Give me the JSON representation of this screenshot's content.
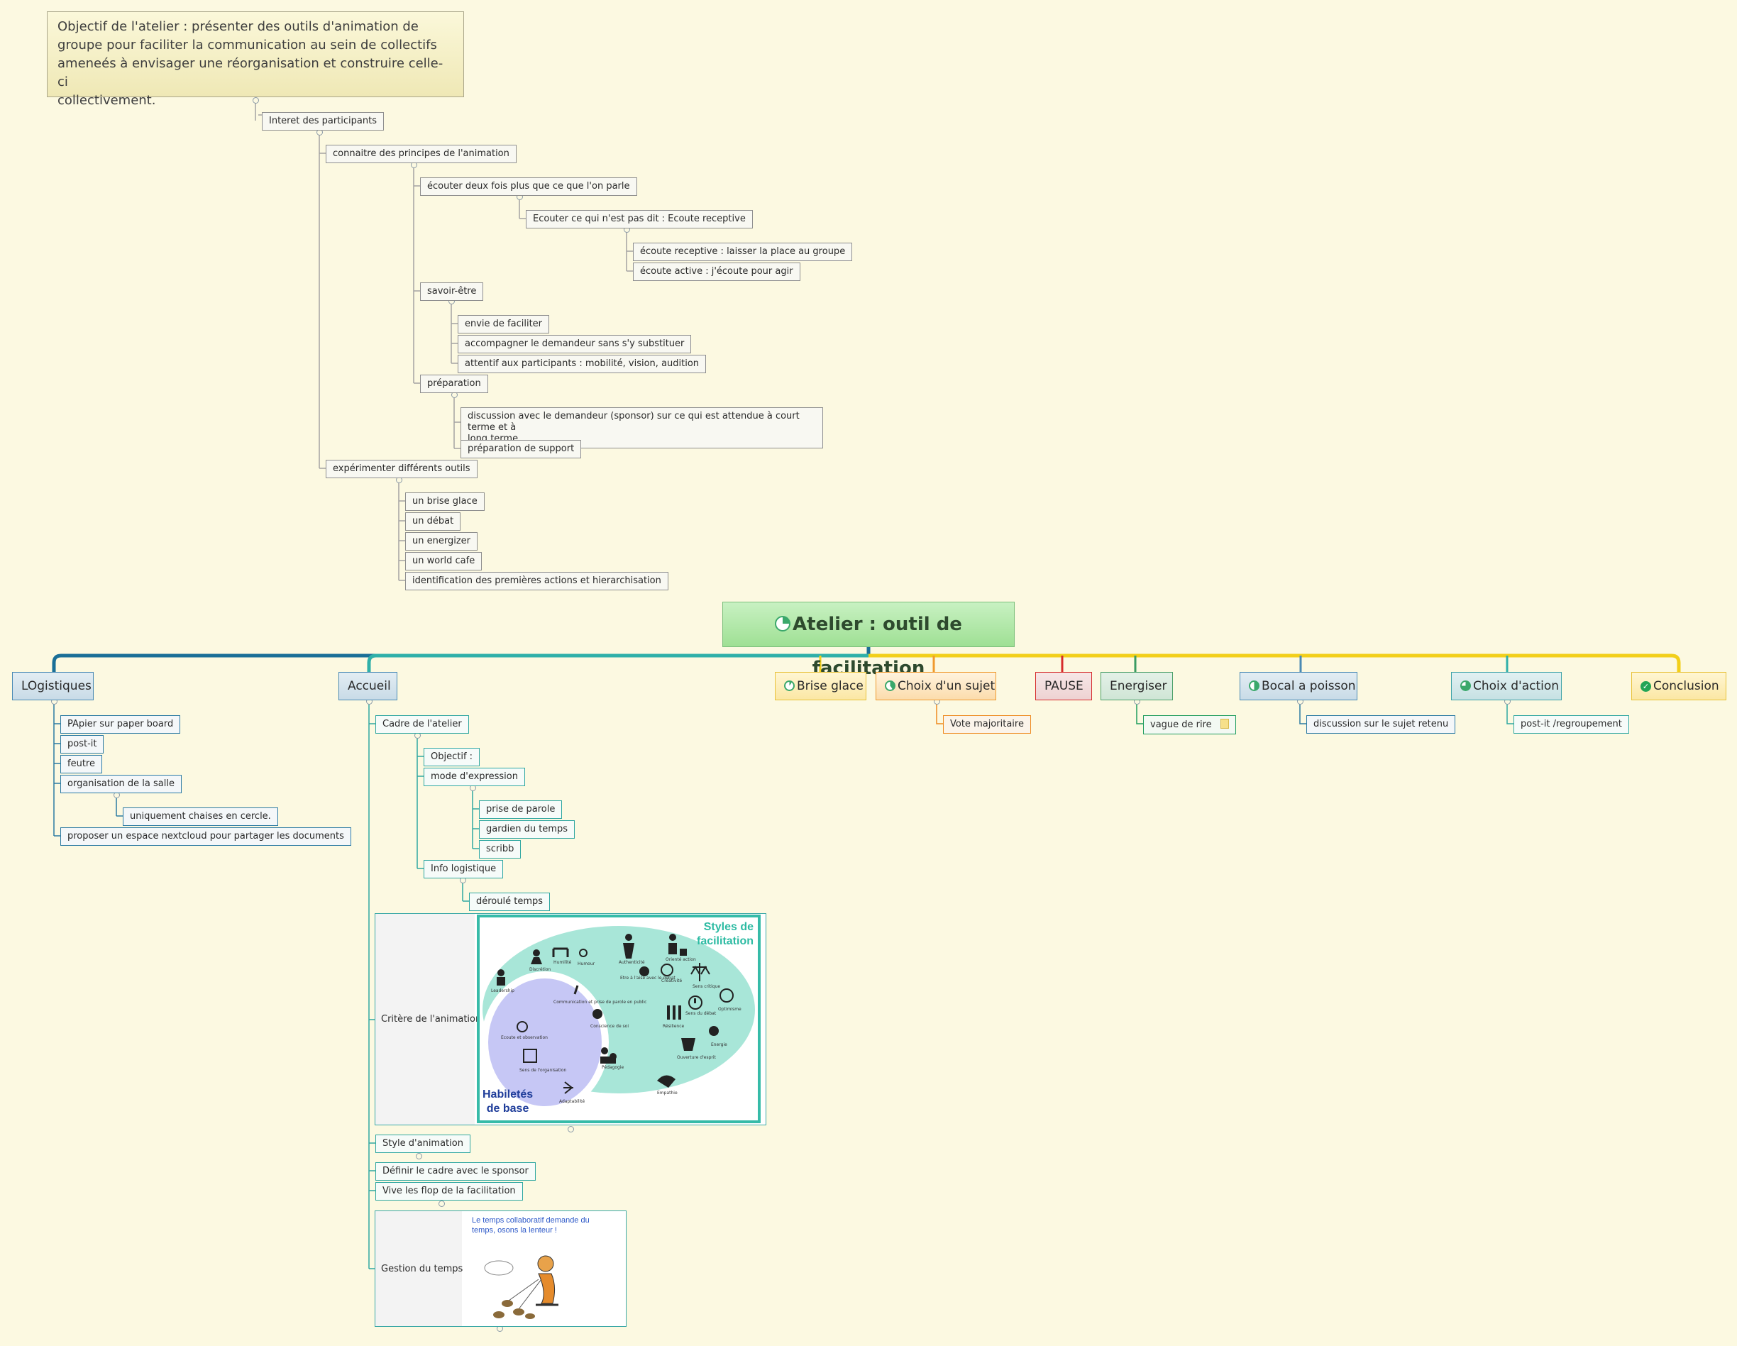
{
  "note": {
    "lines": [
      "Objectif de l'atelier : présenter des outils d'animation de",
      "groupe pour faciliter la communication au sein de collectifs",
      "ameneés à envisager une réorganisation et construire celle-ci",
      "collectivement."
    ]
  },
  "central": {
    "title": "Atelier : outil de facilitation"
  },
  "upper_tree": {
    "interet": "Interet des participants",
    "connaitre": "connaitre des principes de l'animation",
    "ecouter": "écouter deux fois plus que ce que l'on parle",
    "ecouter_pas_dit": "Ecouter ce qui n'est pas dit : Ecoute receptive",
    "ecoute_receptive": "écoute receptive : laisser la place au groupe",
    "ecoute_active": "écoute active : j'écoute pour agir",
    "savoir_etre": "savoir-être",
    "envie": "envie de faciliter",
    "accompagner": "accompagner le demandeur sans s'y substituer",
    "attentif": "attentif aux participants : mobilité, vision, audition",
    "preparation": "préparation",
    "discussion_line1": "discussion avec le demandeur (sponsor) sur ce qui est attendue à court terme et à",
    "discussion_line2": "long terme",
    "prep_support": "préparation de support",
    "experimenter": "expérimenter différents outils",
    "outils": [
      "un brise glace",
      "un débat",
      "un energizer",
      "un world cafe",
      "identification des premières actions et hierarchisation"
    ]
  },
  "branches": {
    "logistiques": "LOgistiques",
    "accueil": "Accueil",
    "brise_glace": "Brise glace",
    "choix_sujet": "Choix d'un sujet",
    "pause": "PAUSE",
    "energiser": "Energiser",
    "bocal": "Bocal a poisson",
    "choix_action": "Choix d'action",
    "conclusion": "Conclusion"
  },
  "logistiques_items": {
    "papier": "PApier sur paper board",
    "postit": "post-it",
    "feutre": "feutre",
    "organisation": "organisation de la salle",
    "chaises": "uniquement chaises en cercle.",
    "nextcloud": "proposer un espace nextcloud pour partager les documents"
  },
  "accueil_items": {
    "cadre": "Cadre de l'atelier",
    "objectif": "Objectif :",
    "mode": "mode d'expression",
    "prise_parole": "prise de parole",
    "gardien": "gardien du temps",
    "scribb": "scribb",
    "info_log": "Info logistique",
    "deroule": "déroulé temps",
    "critere": "Critère de l'animation",
    "style": "Style d'animation",
    "definir": "Définir le cadre avec le sponsor",
    "vive": "Vive les flop de la facilitation",
    "gestion": "Gestion du temps"
  },
  "other_leaves": {
    "vote": "Vote majoritaire",
    "vague": "vague de rire",
    "discussion_sujet": "discussion sur le sujet retenu",
    "postit_regroup": "post-it /regroupement"
  },
  "styles_image": {
    "title_line1": "Styles de",
    "title_line2": "facilitation",
    "base_line1": "Habiletés",
    "base_line2": "de base",
    "outer_labels": [
      "Leadership",
      "Discrétion",
      "Humilité",
      "Humour",
      "Authenticité",
      "Orienté action",
      "Etre à l'aise avec le débat",
      "Créativité",
      "Sens critique",
      "Optimisme",
      "Sens du débat",
      "Résilience",
      "Ouverture d'esprit",
      "Energie",
      "Empathie"
    ],
    "inner_labels": [
      "Communication et prise de parole en public",
      "Conscience de soi",
      "Ecoute et observation",
      "Sens de l'organisation",
      "Pédagogie",
      "Adaptabilité"
    ]
  },
  "gestion_image": {
    "caption_line1": "Le temps collaboratif demande du",
    "caption_line2": "temps, osons la lenteur !"
  },
  "colors": {
    "background": "#fcf9e1",
    "logistics_line": "#1a6f97",
    "accueil_line": "#2fb0a9",
    "yellow_line": "#f2cf1a",
    "central_fill": "#a9e59f"
  }
}
